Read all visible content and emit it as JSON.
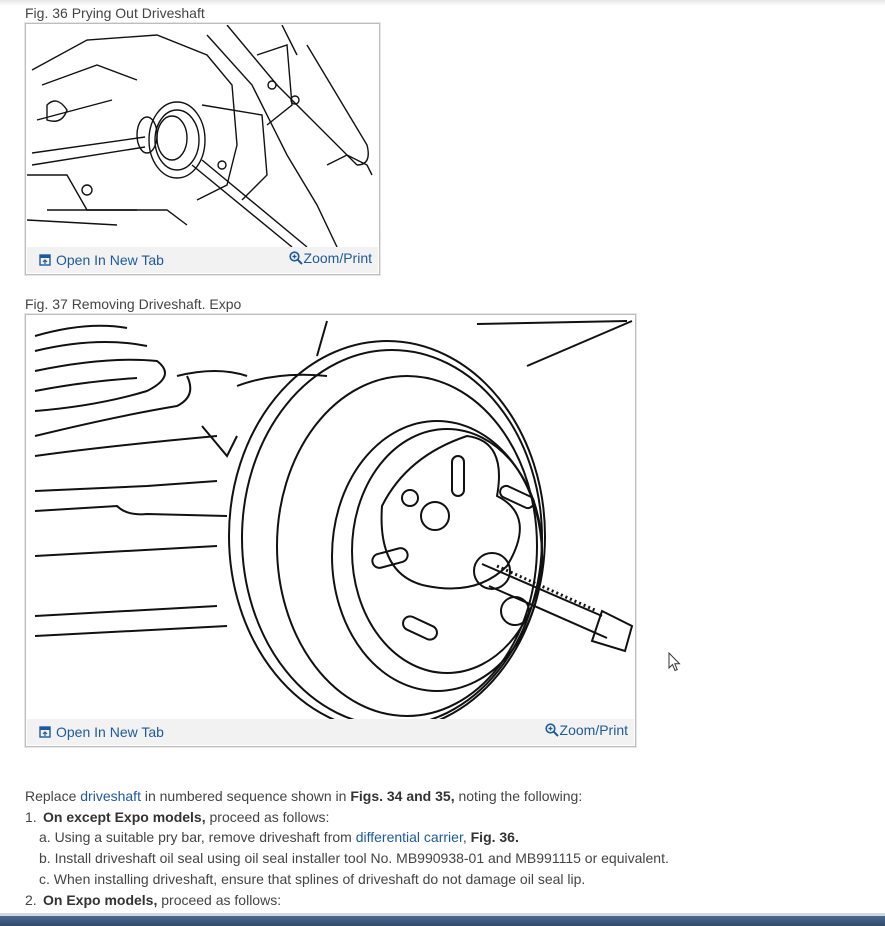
{
  "figures": [
    {
      "caption": "Fig. 36 Prying Out Driveshaft",
      "open_label": "Open In New Tab",
      "zoom_label": "Zoom/Print"
    },
    {
      "caption": "Fig. 37 Removing Driveshaft. Expo",
      "open_label": "Open In New Tab",
      "zoom_label": "Zoom/Print"
    }
  ],
  "content": {
    "intro_pre": "Replace ",
    "intro_link": "driveshaft",
    "intro_mid": " in numbered sequence shown in ",
    "intro_bold": "Figs. 34 and 35,",
    "intro_post": " noting the following:",
    "step1_num": "1.",
    "step1_bold": "On except Expo models,",
    "step1_text": " proceed as follows:",
    "step1a_pre": "a. Using a suitable pry bar, remove driveshaft from ",
    "step1a_link": "differential carrier",
    "step1a_sep": ", ",
    "step1a_bold": "Fig. 36.",
    "step1b": "b. Install driveshaft oil seal using oil seal installer tool No. MB990938-01 and MB991115 or equivalent.",
    "step1c": "c. When installing driveshaft, ensure that splines of driveshaft do not damage oil seal lip.",
    "step2_num": "2.",
    "step2_bold": "On Expo models,",
    "step2_text": " proceed as follows:"
  },
  "icons": {
    "open": "open-in-new-tab-icon",
    "zoom": "magnifier-plus-icon",
    "cursor": "mouse-pointer-icon"
  },
  "colors": {
    "link": "#1c5a9c",
    "text": "#444444",
    "bar": "#f2f2f2"
  }
}
